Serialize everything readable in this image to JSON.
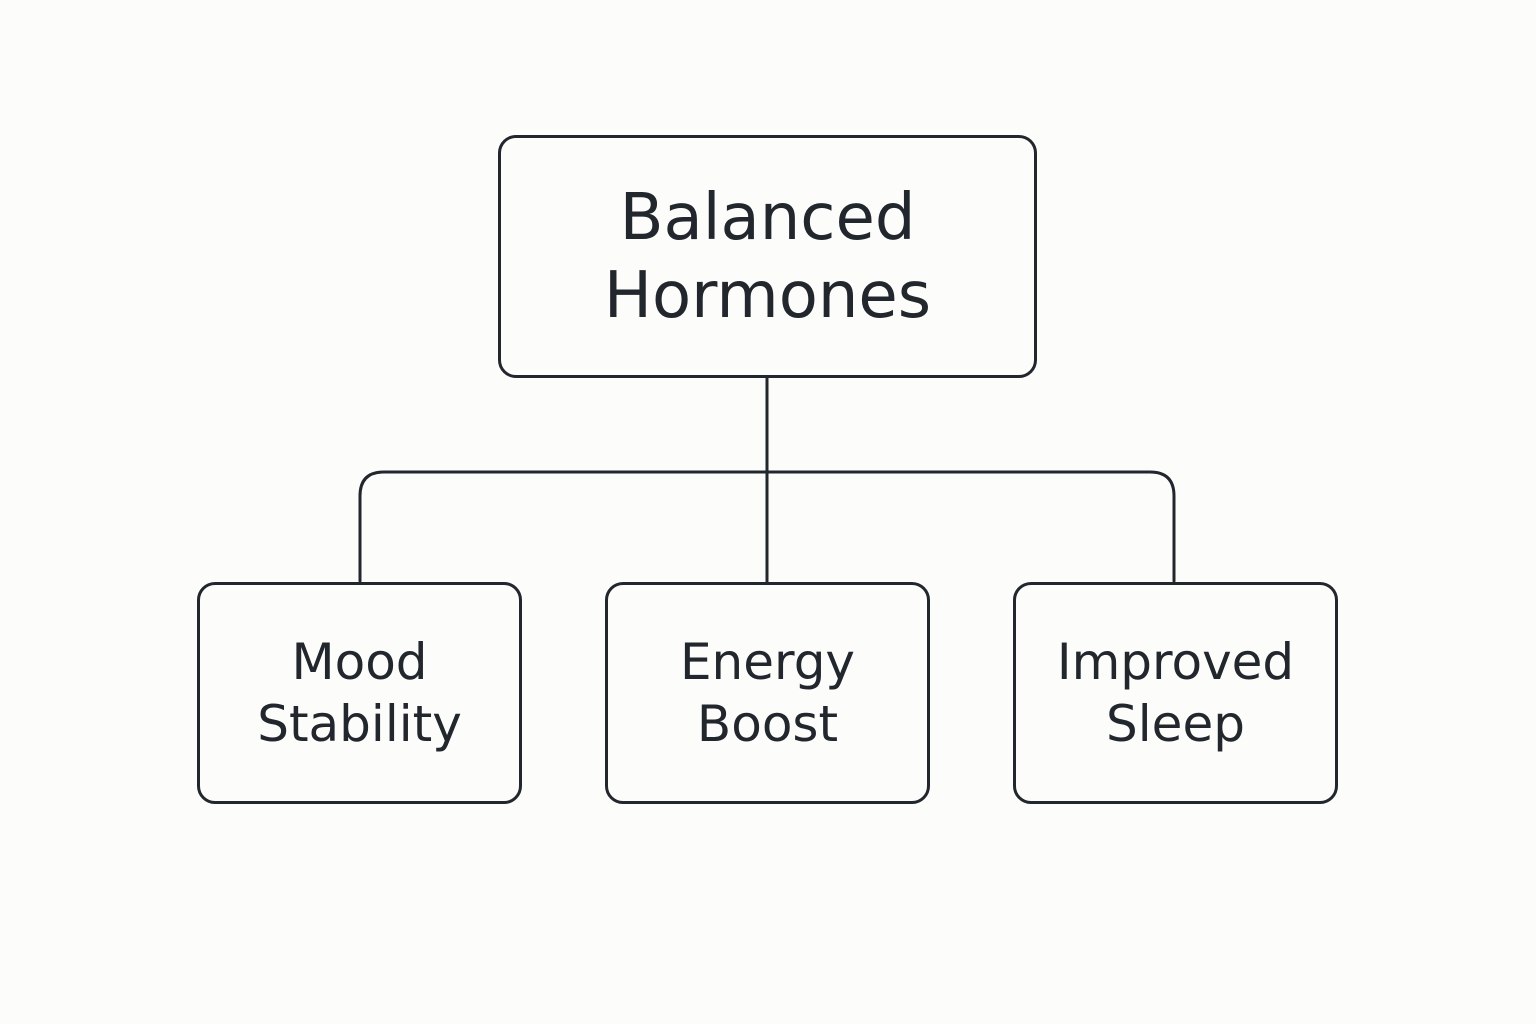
{
  "colors": {
    "background": "#fcfcfb",
    "ink": "#22262d"
  },
  "root": {
    "lines": [
      "Balanced",
      "Hormones"
    ]
  },
  "children": [
    {
      "lines": [
        "Mood",
        "Stability"
      ]
    },
    {
      "lines": [
        "Energy",
        "Boost"
      ]
    },
    {
      "lines": [
        "Improved",
        "Sleep"
      ]
    }
  ]
}
